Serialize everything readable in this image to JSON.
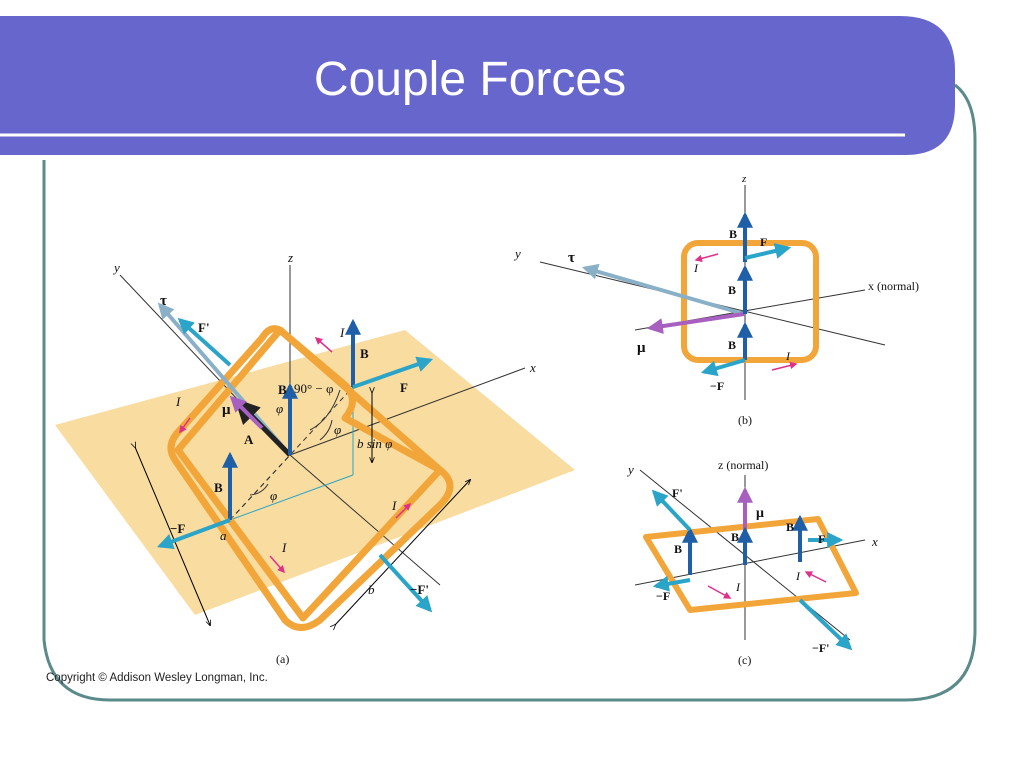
{
  "slide": {
    "title": "Couple Forces",
    "copyright": "Copyright © Addison Wesley Longman, Inc."
  },
  "diagram": {
    "a": {
      "caption": "(a)",
      "labels": {
        "z": "z",
        "y": "y",
        "x": "x",
        "tau": "τ",
        "mu": "μ",
        "A": "A",
        "F_prime": "F'",
        "neg_F_prime": "−F'",
        "F": "F",
        "neg_F": "−F",
        "B_top": "B",
        "B_center": "B",
        "B_left": "B",
        "I_top": "I",
        "I_left": "I",
        "I_bottom": "I",
        "I_right": "I",
        "angle_90_minus_phi": "90° − φ",
        "phi_1": "φ",
        "phi_2": "φ",
        "phi_3": "φ",
        "b_sin_phi": "b sin φ",
        "side_a": "a",
        "side_b": "b"
      }
    },
    "b": {
      "caption": "(b)",
      "labels": {
        "z": "z",
        "y": "y",
        "x_normal": "x (normal)",
        "tau": "τ",
        "mu": "μ",
        "B_top": "B",
        "B_center": "B",
        "B_bottom": "B",
        "F": "F",
        "neg_F": "−F",
        "I_top": "I",
        "I_bottom": "I"
      }
    },
    "c": {
      "caption": "(c)",
      "labels": {
        "z_normal": "z (normal)",
        "y": "y",
        "x": "x",
        "mu": "μ",
        "F_prime": "F'",
        "neg_F_prime": "−F'",
        "F": "F",
        "neg_F": "−F",
        "B_left": "B",
        "B_center": "B",
        "B_right": "B",
        "I_left": "I",
        "I_right": "I"
      }
    }
  },
  "colors": {
    "title_bar": "#6666cc",
    "frame": "#5b8a8a",
    "plane": "#f8dca0",
    "loop": "#f2a63a",
    "field_arrow": "#1f5fa8",
    "force_arrow": "#2aa4c8",
    "torque_arrow": "#8ab0c8",
    "moment_arrow": "#a860c0",
    "current_arrow": "#e0308a"
  }
}
